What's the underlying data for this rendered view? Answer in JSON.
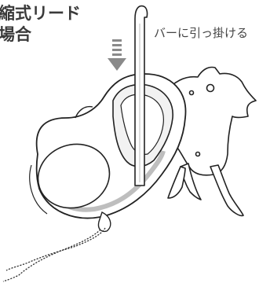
{
  "heading": {
    "line1": "縮式リード",
    "line2": "場合"
  },
  "callout": {
    "label": "バーに引っ掛ける"
  },
  "colors": {
    "outline": "#222222",
    "shade": "#9a9a9a",
    "arrow": "#8a8a8a"
  },
  "icons": {
    "arrow": "down-arrow-icon"
  }
}
